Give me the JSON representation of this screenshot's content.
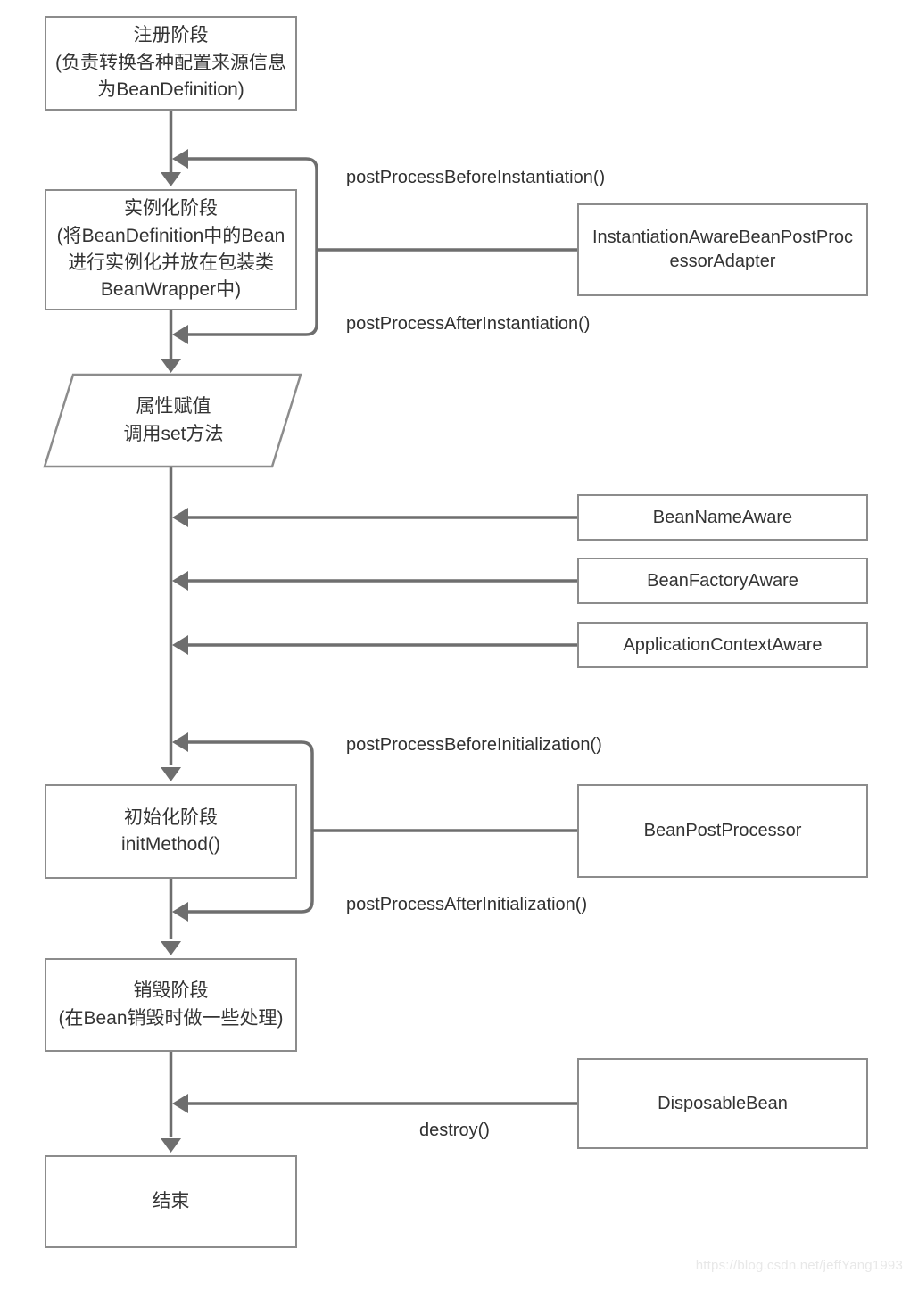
{
  "diagram": {
    "title_semantic": "spring-bean-lifecycle-flowchart",
    "colors": {
      "line": "#6e6e6e",
      "border": "#8c8c8c",
      "text": "#333333",
      "watermark": "#e8e8e8",
      "bg": "#ffffff"
    },
    "nodes": {
      "register": {
        "text": "注册阶段\n(负责转换各种配置来源信息\n为BeanDefinition)"
      },
      "instantiate": {
        "text": "实例化阶段\n(将BeanDefinition中的Bean\n进行实例化并放在包装类\nBeanWrapper中)"
      },
      "property": {
        "text": "属性赋值\n调用set方法"
      },
      "init": {
        "text": "初始化阶段\ninitMethod()"
      },
      "destroy_phase": {
        "text": "销毁阶段\n(在Bean销毁时做一些处理)"
      },
      "end": {
        "text": "结束"
      },
      "adapter": {
        "text": "InstantiationAwareBeanPostProcessorAdapter"
      },
      "bean_name_aware": {
        "text": "BeanNameAware"
      },
      "bean_factory_aware": {
        "text": "BeanFactoryAware"
      },
      "application_context_aware": {
        "text": "ApplicationContextAware"
      },
      "bean_post_processor": {
        "text": "BeanPostProcessor"
      },
      "disposable_bean": {
        "text": "DisposableBean"
      }
    },
    "edge_labels": {
      "before_instantiation": "postProcessBeforeInstantiation()",
      "after_instantiation": "postProcessAfterInstantiation()",
      "before_initialization": "postProcessBeforeInitialization()",
      "after_initialization": "postProcessAfterInitialization()",
      "destroy": "destroy()"
    },
    "watermark": "https://blog.csdn.net/jeffYang1993"
  }
}
